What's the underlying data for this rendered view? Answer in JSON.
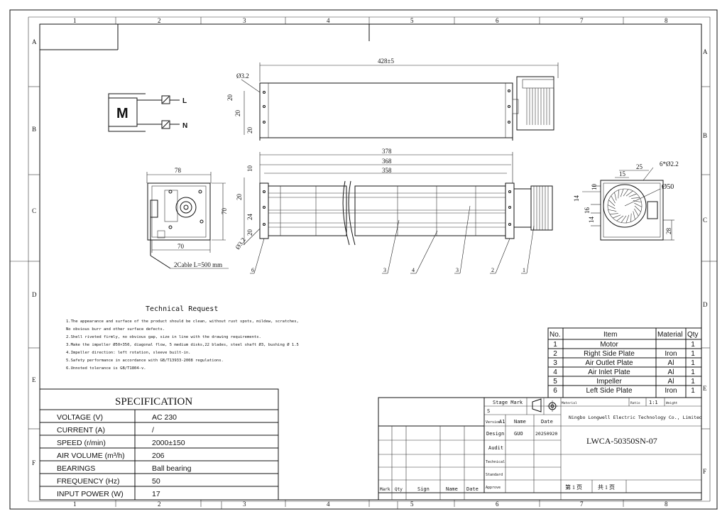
{
  "border": {
    "cols_top": [
      "1",
      "2",
      "3",
      "4",
      "5",
      "6",
      "7",
      "8"
    ],
    "cols_bottom": [
      "1",
      "2",
      "3",
      "4",
      "5",
      "6",
      "7",
      "8"
    ],
    "rows_left": [
      "A",
      "B",
      "C",
      "D",
      "E",
      "F"
    ],
    "rows_right": [
      "A",
      "B",
      "C",
      "D",
      "E",
      "F"
    ]
  },
  "wiring": {
    "motor": "M",
    "terminal_l": "L",
    "terminal_n": "N"
  },
  "top_view": {
    "overall": "428±5",
    "hole_note": "Ø3.2",
    "side_dims": [
      "20",
      "20",
      "20"
    ]
  },
  "front_view": {
    "d378": "378",
    "d368": "368",
    "d358": "358",
    "left_dims": [
      "10",
      "20",
      "24",
      "20"
    ],
    "hole_note": "Ø3.2",
    "callouts": [
      "6",
      "3",
      "4",
      "3",
      "2",
      "1"
    ]
  },
  "side_view": {
    "width": "78",
    "bottom_width": "70",
    "height": "70",
    "cable": "2Cable L=500 mm"
  },
  "right_view": {
    "d25": "25",
    "d15": "15",
    "holes": "6*Ø2.2",
    "dia": "Ø50",
    "d10": "10",
    "d14a": "14",
    "d16": "16",
    "d14b": "14",
    "d28": "28"
  },
  "tech": {
    "title": "Technical Request",
    "lines": [
      "1.The appearance and surface of the product should be clean, without rust spots, mildew, scratches,",
      "  No obvious burr and other surface defects.",
      "2.Shell riveted firmly, no obvious gap, size in line with the drawing requirements.",
      "3.Make the impeller Ø50×350, diagonal flow, 5 medium disks,22 blades, steel shaft Ø3, bushing Ø 1.5",
      "4.Impeller direction: left rotation,  sleeve built-in.",
      "5.Safety performance in accordance with GB/T13933-2008 regulations.",
      "6.Unnoted tolerance is GB/T1804-v."
    ]
  },
  "bom": {
    "headers": [
      "No.",
      "Item",
      "Material",
      "Qty"
    ],
    "rows": [
      [
        "1",
        "Motor",
        "",
        "1"
      ],
      [
        "2",
        "Right Side Plate",
        "Iron",
        "1"
      ],
      [
        "3",
        "Air Outlet Plate",
        "Al",
        "1"
      ],
      [
        "4",
        "Air Inlet Plate",
        "Al",
        "1"
      ],
      [
        "5",
        "Impeller",
        "Al",
        "1"
      ],
      [
        "6",
        "Left Side Plate",
        "Iron",
        "1"
      ]
    ]
  },
  "spec": {
    "title": "SPECIFICATION",
    "rows": [
      [
        "VOLTAGE  (V)",
        "AC 230"
      ],
      [
        "CURRENT   (A)",
        "/"
      ],
      [
        "SPEED    (r/min)",
        "2000±150"
      ],
      [
        "AIR  VOLUME    (m³/h)",
        "206"
      ],
      [
        "BEARINGS",
        "Ball bearing"
      ],
      [
        "FREQUENCY  (Hz)",
        "50"
      ],
      [
        "INPUT POWER   (W)",
        "17"
      ]
    ]
  },
  "title_block": {
    "stage_mark": "Stage Mark",
    "s": "S",
    "version": "Version",
    "version_val": "A1",
    "name": "Name",
    "date": "Date",
    "design": "Design",
    "designer": "GUO",
    "design_date": "20250920",
    "audit": "Audit",
    "technical": "Technical",
    "standard": "Standard",
    "approve": "Approve",
    "material": "Material",
    "ratio": "Ratio",
    "ratio_val": "1:1",
    "weight": "Weight",
    "company": "Ningbo Longwell Electric Technology  Co., Limited",
    "drawing_no": "LWCA-50350SN-07",
    "sheet": "第 1 页",
    "total": "共 1 页",
    "bottom_headers": [
      "Mark",
      "Qty",
      "Sign",
      "Name",
      "Date"
    ]
  }
}
